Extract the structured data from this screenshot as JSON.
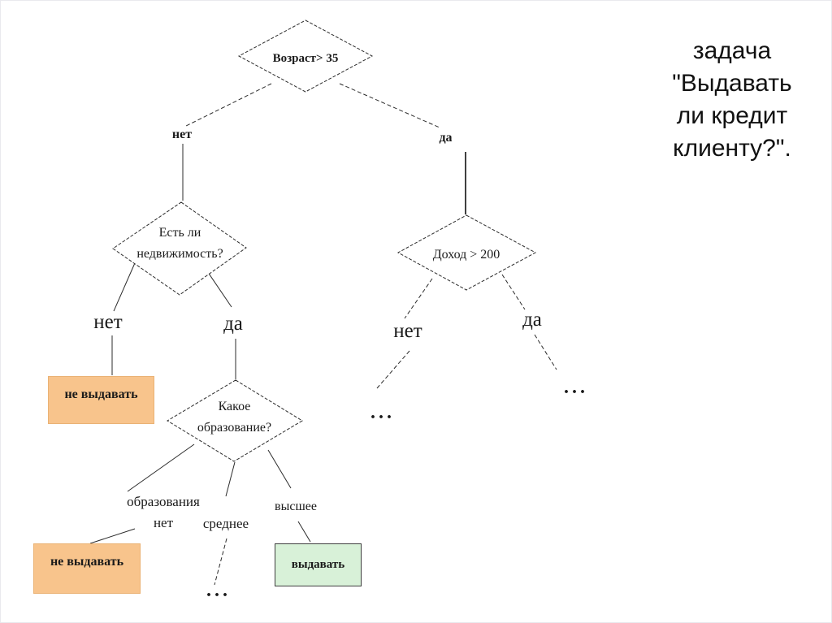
{
  "title": {
    "lines": [
      "задача",
      "\"Выдавать",
      "ли кредит",
      "клиенту?\"."
    ]
  },
  "colors": {
    "deny_fill": "#f8c48c",
    "deny_border": "#eab274",
    "grant_fill": "#d8f1d8",
    "grant_border": "#3f3f3f",
    "line": "#2b2b2b"
  },
  "diagram": {
    "nodes": {
      "age": {
        "lines": [
          "Возраст> 35"
        ]
      },
      "estate": {
        "lines": [
          "Есть ли",
          "недвижимость?"
        ]
      },
      "income": {
        "lines": [
          "Доход > 200"
        ]
      },
      "education": {
        "lines": [
          "Какое",
          "образование?"
        ]
      }
    },
    "edge_labels": {
      "age_no": "нет",
      "age_yes": "да",
      "estate_no": "нет",
      "estate_yes": "да",
      "income_no": "нет",
      "income_yes": "да",
      "edu_none": {
        "lines": [
          "образования",
          "нет"
        ]
      },
      "edu_secondary": "среднее",
      "edu_higher": "высшее"
    },
    "leaves": {
      "deny_estate": "не выдавать",
      "deny_education": "не выдавать",
      "grant_education": "выдавать",
      "ellipsis_secondary": "...",
      "ellipsis_income_no": "...",
      "ellipsis_income_yes": "..."
    }
  }
}
